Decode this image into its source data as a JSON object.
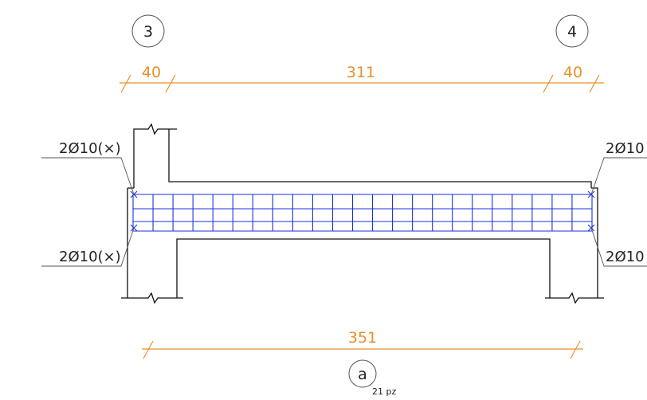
{
  "grid_axes": {
    "left": "3",
    "right": "4"
  },
  "dimensions_top": {
    "left": "40",
    "middle": "311",
    "right": "40"
  },
  "dimension_bottom": "351",
  "rebar_labels": {
    "top_left": "2Ø10(×)",
    "bottom_left": "2Ø10(×)",
    "top_right": "2Ø10",
    "bottom_right": "2Ø10"
  },
  "section_marker": {
    "label": "a",
    "count": "21 pz"
  },
  "colors": {
    "dimension": "#e8902a",
    "rebar": "#1b2fe0",
    "outline": "#111111"
  },
  "stirrups": {
    "count": 21,
    "longitudinal_bars": 4
  }
}
